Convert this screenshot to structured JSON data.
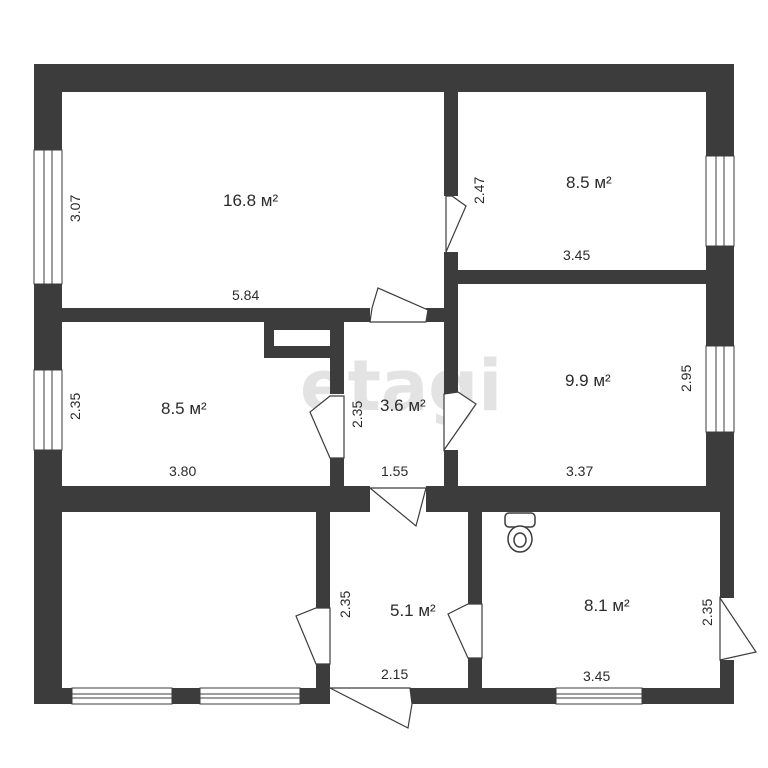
{
  "watermark": "etagi",
  "rooms": [
    {
      "id": "r1",
      "area": "16.8 м²",
      "width_dim": "5.84",
      "height_dim": "3.07"
    },
    {
      "id": "r2",
      "area": "8.5 м²",
      "width_dim": "3.45",
      "height_dim": "2.47"
    },
    {
      "id": "r3",
      "area": "8.5 м²",
      "width_dim": "3.80",
      "height_dim": "2.35"
    },
    {
      "id": "r4",
      "area": "3.6 м²",
      "width_dim": "1.55",
      "height_dim": "2.35"
    },
    {
      "id": "r5",
      "area": "9.9 м²",
      "width_dim": "3.37",
      "height_dim": "2.95"
    },
    {
      "id": "r6",
      "area": "5.1 м²",
      "width_dim": "2.15",
      "height_dim": "2.35"
    },
    {
      "id": "r7",
      "area": "8.1 м²",
      "width_dim": "3.45",
      "height_dim": "2.35"
    }
  ]
}
